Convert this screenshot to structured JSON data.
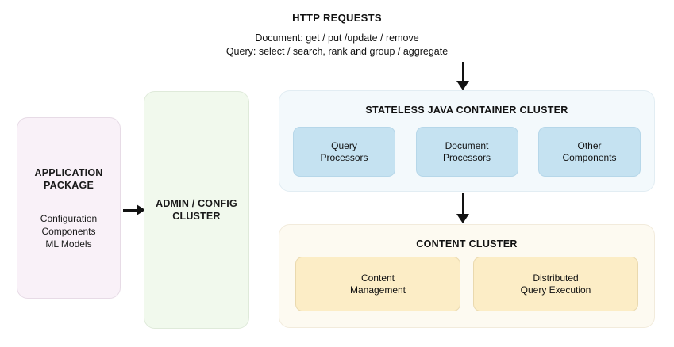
{
  "diagram": {
    "header": {
      "title": "HTTP REQUESTS",
      "lines": [
        "Document: get / put /update / remove",
        "Query: select / search, rank and group / aggregate"
      ]
    },
    "application_package": {
      "title_line1": "APPLICATION",
      "title_line2": "PACKAGE",
      "items": [
        "Configuration",
        "Components",
        "ML Models"
      ],
      "fill_color": "#f9f1f8"
    },
    "admin_cluster": {
      "title_line1": "ADMIN / CONFIG",
      "title_line2": "CLUSTER",
      "fill_color": "#f1f9ed"
    },
    "container_cluster": {
      "title": "STATELESS JAVA CONTAINER CLUSTER",
      "fill_color": "#f3f9fc",
      "box_color": "#c5e2f1",
      "boxes": [
        {
          "line1": "Query",
          "line2": "Processors"
        },
        {
          "line1": "Document",
          "line2": "Processors"
        },
        {
          "line1": "Other",
          "line2": "Components"
        }
      ]
    },
    "content_cluster": {
      "title": "CONTENT CLUSTER",
      "fill_color": "#fdfaf1",
      "box_color": "#fcedc6",
      "boxes": [
        {
          "line1": "Content",
          "line2": "Management"
        },
        {
          "line1": "Distributed",
          "line2": "Query Execution"
        }
      ]
    },
    "arrows": {
      "package_to_admin": "arrow-right",
      "requests_to_container": "arrow-down",
      "container_to_content": "arrow-down",
      "color": "#121212"
    }
  }
}
